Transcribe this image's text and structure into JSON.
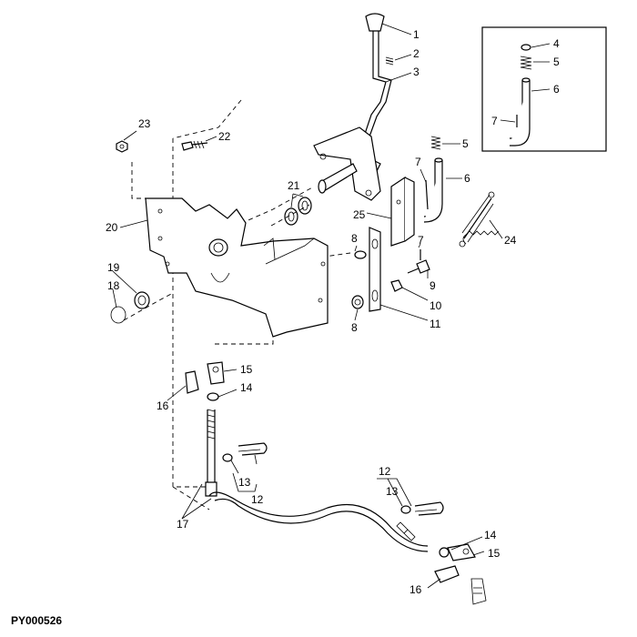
{
  "figure_id": "PY000526",
  "labels": {
    "l1": "1",
    "l2": "2",
    "l3": "3",
    "l4": "4",
    "l5_inset": "5",
    "l6_inset": "6",
    "l7_inset": "7",
    "l5": "5",
    "l6": "6",
    "l7": "7",
    "l8a": "8",
    "l8b": "8",
    "l9": "9",
    "l10": "10",
    "l11": "11",
    "l12a": "12",
    "l12b": "12",
    "l13a": "13",
    "l13b": "13",
    "l14a": "14",
    "l14b": "14",
    "l15a": "15",
    "l15b": "15",
    "l16a": "16",
    "l16b": "16",
    "l17": "17",
    "l18": "18",
    "l19": "19",
    "l20": "20",
    "l21": "21",
    "l22": "22",
    "l23": "23",
    "l24": "24",
    "l25": "25",
    "l7b": "7"
  }
}
